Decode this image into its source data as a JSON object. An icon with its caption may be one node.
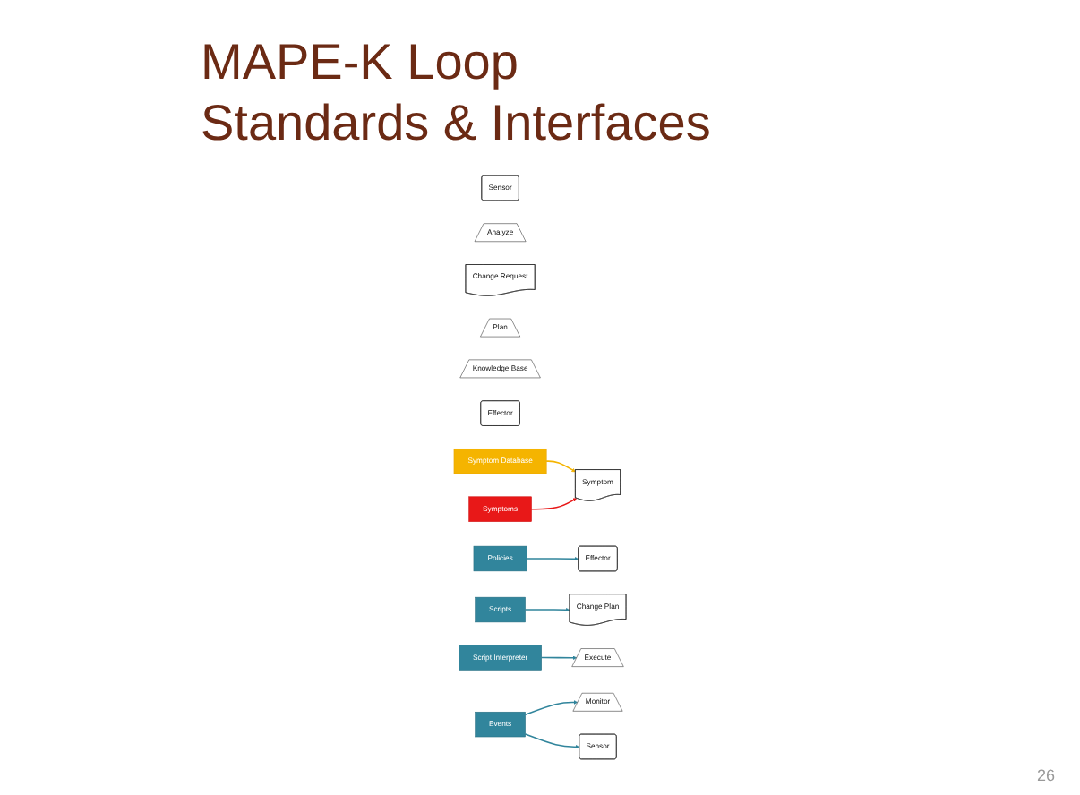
{
  "diagram": {
    "title": "MAPE-K Loop Standards & Interfaces",
    "nodes": [
      {
        "text": [
          "Sensor"
        ]
      },
      {
        "text": [
          "Effector"
        ]
      },
      {
        "text": [
          "Analyze"
        ]
      },
      {
        "text": [
          "Change Request"
        ]
      },
      {
        "text": [
          "Plan"
        ]
      },
      {
        "text": [
          "Symptom"
        ]
      },
      {
        "text": [
          "Change Plan"
        ]
      },
      {
        "text": [
          "Monitor"
        ]
      },
      {
        "text": [
          "Knowledge Base"
        ]
      },
      {
        "text": [
          "Execute"
        ]
      },
      {
        "text": [
          "Sensor"
        ]
      },
      {
        "text": [
          "Effector"
        ]
      },
      {
        "text": [
          "Symptom Database"
        ]
      },
      {
        "text": [
          "Symptoms"
        ]
      },
      {
        "text": [
          "Policies"
        ]
      },
      {
        "text": [
          "Scripts"
        ]
      },
      {
        "text": [
          "Script Interpreter"
        ]
      },
      {
        "text": [
          "Events"
        ]
      }
    ],
    "edges": [
      {
        "from": 12,
        "to": 5,
        "arrow": "to",
        "color": "#f5b400"
      },
      {
        "from": 13,
        "to": 5,
        "arrow": "to",
        "color": "#e81818"
      },
      {
        "from": 14,
        "to": 1,
        "arrow": "to"
      },
      {
        "from": 15,
        "to": 6,
        "arrow": "to"
      },
      {
        "from": 16,
        "to": 9,
        "arrow": "to"
      },
      {
        "from": 17,
        "to": 7,
        "arrow": "to"
      },
      {
        "from": 17,
        "to": 10,
        "arrow": "to"
      }
    ],
    "labels": [
      "26"
    ]
  }
}
